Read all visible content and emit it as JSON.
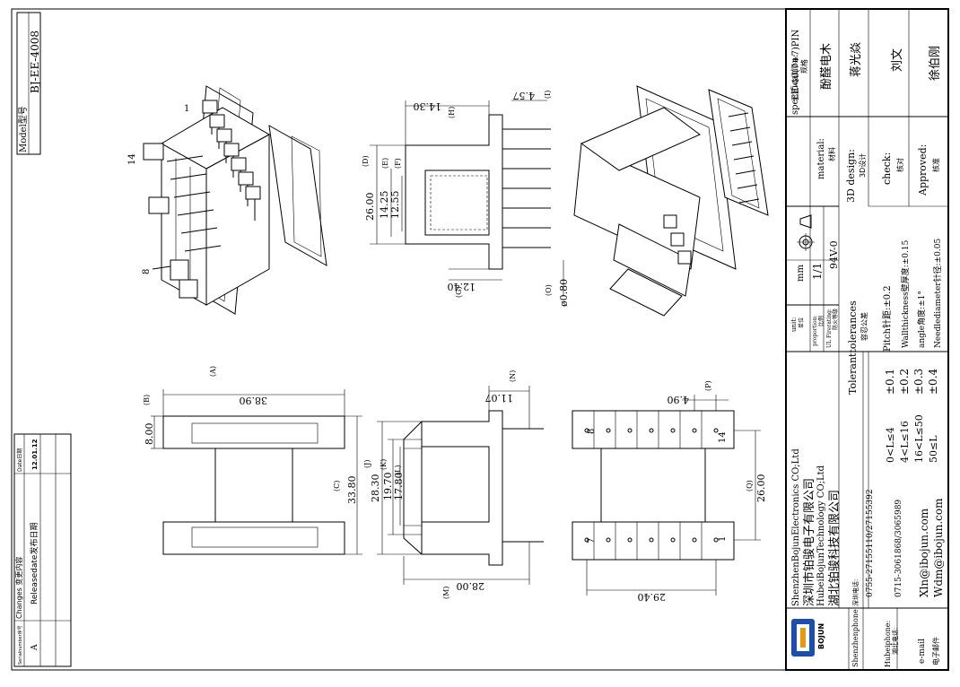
{
  "model": {
    "label": "Model型号",
    "value": "BJ-EE-4008"
  },
  "revision": {
    "headers": [
      "Serialnumber序号",
      "Changes 变更内容",
      "Date日期"
    ],
    "rows": [
      {
        "serial": "A",
        "change": "Releasedate发布日期",
        "date": "12.01.12"
      }
    ]
  },
  "top_view": {
    "dim_a": "38.90",
    "tag_a": "(A)",
    "dim_b": "8.00",
    "tag_b": "(B)",
    "dim_c": "33.80",
    "tag_c": "(C)",
    "dim_m": "28.00",
    "tag_m": "(M)"
  },
  "side_view": {
    "dim_n": "11.07",
    "tag_n": "(N)",
    "dim_j": "28.30",
    "tag_j": "(J)",
    "dim_k": "19.70",
    "tag_k": "(K)",
    "dim_l": "17.80",
    "tag_l": "(L)"
  },
  "pin_view": {
    "dim_p": "4.90",
    "tag_p": "(P)",
    "dim_q": "26.00",
    "tag_q": "(Q)",
    "dim_r": "29.40",
    "pins_top": [
      "8",
      "14"
    ],
    "pins_bottom": [
      "7",
      "1"
    ]
  },
  "section_view": {
    "dim_h": "14.30",
    "tag_h": "(H)",
    "dim_i": "4.57",
    "tag_i": "(I)",
    "dim_d": "26.00",
    "tag_d": "(D)",
    "dim_e": "14.25",
    "tag_e": "(E)",
    "dim_f": "12.55",
    "tag_f": "(F)",
    "dim_g": "12.40",
    "tag_g": "(G)",
    "dim_o": "ø0.80",
    "tag_o": "(O)"
  },
  "iso_labels": {
    "pin1": "1",
    "pin14": "14",
    "pin8": "8"
  },
  "title_block": {
    "specification_label": "specification:",
    "specification_cn": "规格",
    "specification_value": "EE-40(7+7)PIN",
    "material_label": "material:",
    "material_cn": "材料",
    "material_value": "酚醛电木",
    "design_label": "3D design:",
    "design_cn": "3D设计",
    "design_value": "蒋光焱",
    "check_label": "check:",
    "check_cn": "核对",
    "check_value": "刘文",
    "approved_label": "Approved:",
    "approved_cn": "核准",
    "approved_value": "徐伯刚",
    "unit_label": "unit:",
    "unit_cn": "单位",
    "unit_value": "mm",
    "proportion_label": "proportion:",
    "proportion_cn": "比例",
    "proportion_value": "1/1",
    "fire_label": "UL Firerating:",
    "fire_cn": "防火等级",
    "fire_value": "94V-0"
  },
  "tolerances": {
    "title": "Toleranttolerances",
    "title_cn": "容忍公差",
    "items": [
      {
        "range": "0<L≤4",
        "tol": "±0.1"
      },
      {
        "range": "4<L≤16",
        "tol": "±0.2"
      },
      {
        "range": "16<L≤50",
        "tol": "±0.3"
      },
      {
        "range": "50≤L",
        "tol": "±0.4"
      }
    ],
    "notes": [
      "Pitch针距:±0.2",
      "Wallthickness壁厚度:±0.15",
      "angle角度:±1°",
      "Needlediameter针径:±0.05"
    ]
  },
  "company": {
    "names": [
      "ShenzhenBojunElectronics CO;Ltd",
      "深圳市铂骏电子有限公司",
      "HubeiBojunTechnology CO;Ltd",
      "湖北铂骏科技有限公司"
    ],
    "contacts": [
      {
        "label": "Shenzhenphone:",
        "label_cn": "深圳电话:",
        "value": "0755-27155110/27155392"
      },
      {
        "label": "Hubeiphone:",
        "label_cn": "湖北电话:",
        "value": "0715-3061868/3065989"
      },
      {
        "label": "e-mail",
        "label_cn": "电子邮件",
        "value": "Xln@ibojun.com",
        "value2": "Wdm@ibojun.com"
      }
    ],
    "logo_text": "BOJUN"
  }
}
